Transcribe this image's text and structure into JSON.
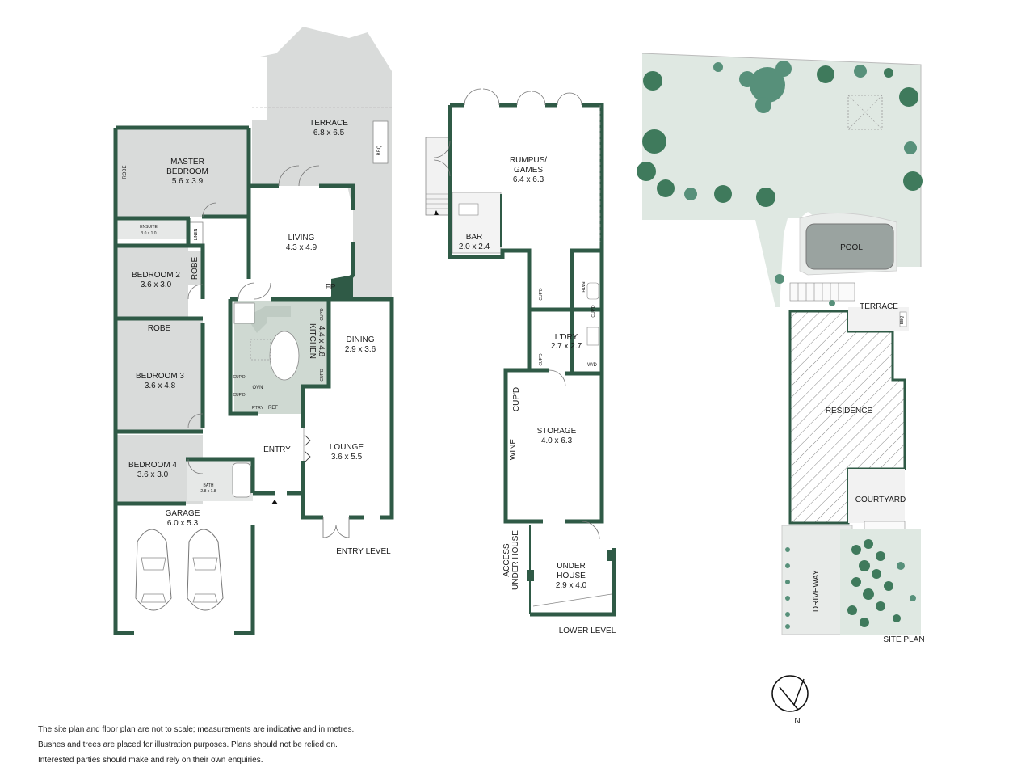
{
  "rooms": {
    "terrace_entry": {
      "name": "TERRACE",
      "size": "6.8 x 6.5"
    },
    "bbq": "BBQ",
    "master_bedroom": {
      "name1": "MASTER",
      "name2": "BEDROOM",
      "size": "5.6 x 3.9"
    },
    "robe_master": "ROBE",
    "ensuite": {
      "name": "ENSUITE",
      "size": "3.0 x 1.0"
    },
    "linen": "LINEN",
    "living": {
      "name": "LIVING",
      "size": "4.3 x 4.9"
    },
    "fp": "FP",
    "bedroom2": {
      "name": "BEDROOM 2",
      "size": "3.6 x 3.0"
    },
    "robe_b2": "ROBE",
    "robe_b3": "ROBE",
    "bedroom3": {
      "name": "BEDROOM 3",
      "size": "3.6 x 4.8"
    },
    "bedroom4": {
      "name": "BEDROOM 4",
      "size": "3.6 x 3.0"
    },
    "bath": {
      "name": "BATH",
      "size": "2.8 x 1.8"
    },
    "kitchen": {
      "name": "KITCHEN",
      "size": "4.4 x 4.8"
    },
    "dining": {
      "name": "DINING",
      "size": "2.9 x 3.6"
    },
    "cupd_k1": "CUP'D",
    "cupd_k2": "CUP'D",
    "cupd_k3": "CUP'D",
    "cupd_k4": "CUP'D",
    "ovn": "OVN",
    "ptry": "P'TRY",
    "ref": "REF",
    "entry": "ENTRY",
    "lounge": {
      "name": "LOUNGE",
      "size": "3.6 x 5.5"
    },
    "garage": {
      "name": "GARAGE",
      "size": "6.0 x 5.3"
    },
    "rumpus": {
      "name1": "RUMPUS/",
      "name2": "GAMES",
      "size": "6.4 x 6.3"
    },
    "bar": {
      "name": "BAR",
      "size": "2.0 x 2.4"
    },
    "cupd_l1": "CUP'D",
    "cupd_l2": "CUP'D",
    "cupd_l3": "CUP'D",
    "cupd_l4": "CUP'D",
    "bath_l": "BATH",
    "ldry": {
      "name": "L'DRY",
      "size": "2.7 x 2.7"
    },
    "wd": "W/D",
    "storage": {
      "name": "STORAGE",
      "size": "4.0 x 6.3"
    },
    "wine": "WINE",
    "access1": "ACCESS",
    "access2": "UNDER HOUSE",
    "under_house": {
      "name1": "UNDER",
      "name2": "HOUSE",
      "size": "2.9 x 4.0"
    },
    "pool": "POOL",
    "terrace_site": "TERRACE",
    "bbq_site": "BBQ",
    "residence": "RESIDENCE",
    "courtyard": "COURTYARD",
    "driveway": "DRIVEWAY"
  },
  "levels": {
    "entry": "ENTRY LEVEL",
    "lower": "LOWER LEVEL",
    "site": "SITE PLAN"
  },
  "compass": {
    "north": "N"
  },
  "disclaimer": {
    "line1": "The site plan and floor plan are not to scale; measurements are indicative and in metres.",
    "line2": "Bushes and trees are placed for illustration purposes. Plans should not be relied on.",
    "line3": "Interested parties should make and rely on their own enquiries."
  },
  "colors": {
    "wall": "#2f5a46",
    "room_grey": "#d9dbda",
    "kitchen": "#cfd9d2",
    "tree": "#3f7a5c",
    "grass": "#dfe8e2"
  }
}
